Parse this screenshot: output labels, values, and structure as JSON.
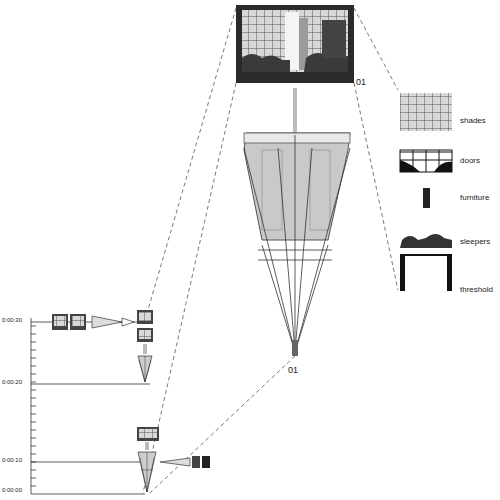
{
  "diagram": {
    "labels": [
      "01",
      "01",
      "0:00:30",
      "0:00:20",
      "0:00:10",
      "0:00:00"
    ],
    "legend": [
      {
        "text": "shades"
      },
      {
        "text": "doors"
      },
      {
        "text": "furniture"
      },
      {
        "text": "sleepers"
      },
      {
        "text": "threshold"
      }
    ]
  }
}
